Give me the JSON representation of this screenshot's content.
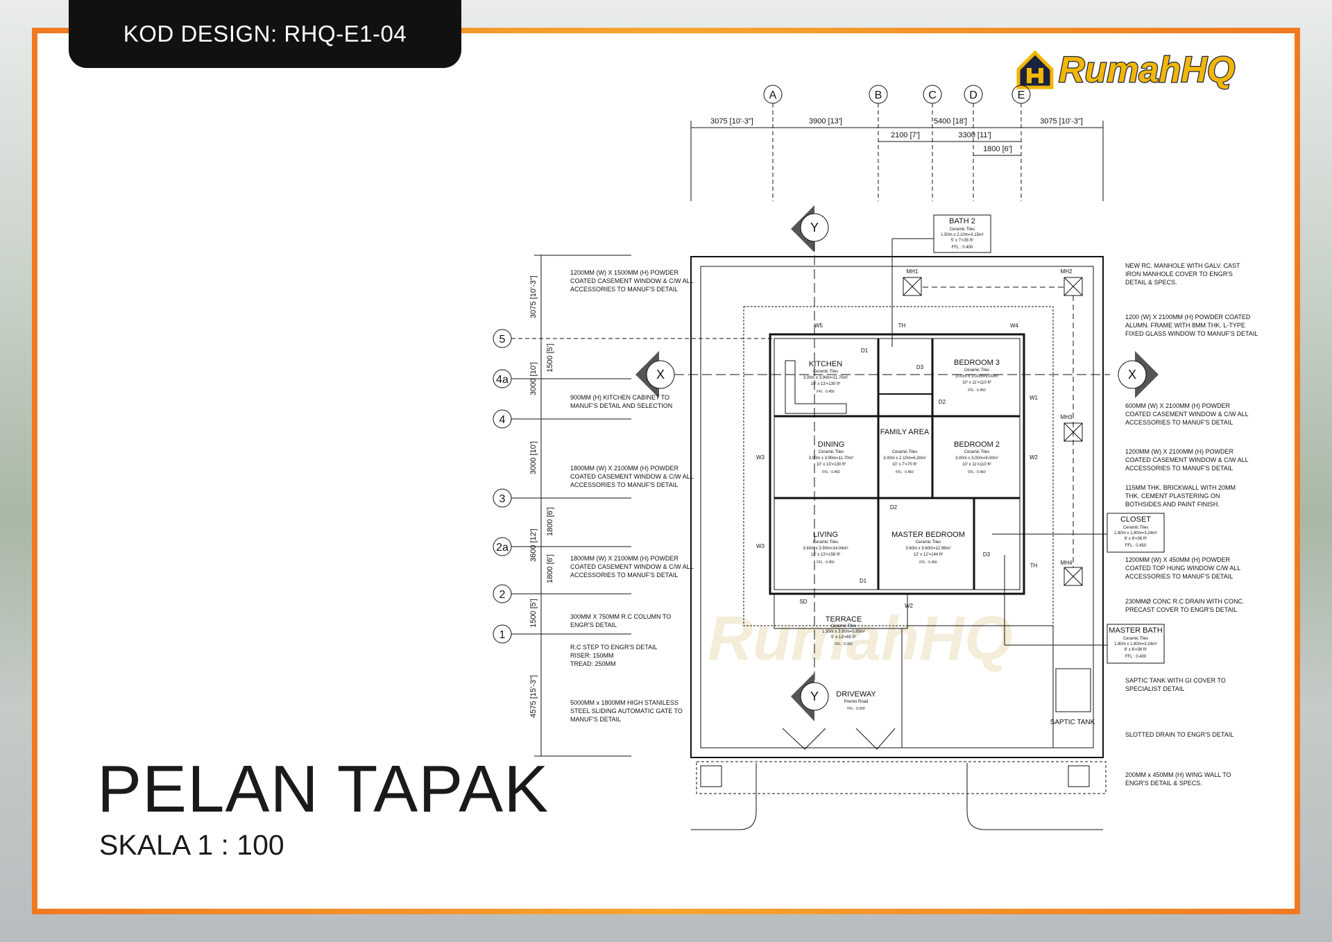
{
  "header": {
    "design_code": "KOD DESIGN: RHQ-E1-04"
  },
  "logo": {
    "text_main": "Rumah",
    "text_accent": "HQ",
    "watermark": "RumahHQ"
  },
  "title": {
    "main": "PELAN TAPAK",
    "scale": "SKALA 1 : 100"
  },
  "colors": {
    "frame": "#f07a22",
    "logo": "#f2b705",
    "tab": "#111111"
  },
  "grid_cols": [
    "A",
    "B",
    "C",
    "D",
    "E"
  ],
  "grid_rows": [
    "5",
    "4a",
    "4",
    "3",
    "2a",
    "2",
    "1"
  ],
  "section_markers": {
    "x": "X",
    "y": "Y"
  },
  "dimensions_top": {
    "d1": "3075 [10'-3\"]",
    "d2": "3900 [13']",
    "d3": "5400 [18']",
    "d4": "3075 [10'-3\"]",
    "d5": "2100 [7']",
    "d6": "3300 [11']",
    "d7": "1800 [6']"
  },
  "dimensions_left": {
    "r1": "3075 [10'-3\"]",
    "r2": "1500 [5']",
    "r3": "3000 [10']",
    "r4": "3000 [10']",
    "r5": "1800 [6']",
    "r6": "3600 [12']",
    "r7": "1800 [6']",
    "r8": "1500 [5']",
    "r9": "4575 [15'-3\"]"
  },
  "rooms": {
    "kitchen": {
      "name": "KITCHEN",
      "tile": "Ceramic Tiles",
      "size": "3.00m x 3.90m=11.70m²",
      "imp": "10' x 13'=130 ft²",
      "ffl": "FFL : 0.450"
    },
    "bedroom3": {
      "name": "BEDROOM 3",
      "tile": "Ceramic Tiles",
      "size": "3.00m x 3.00m=9.00m²",
      "imp": "10' x 11'=110 ft²",
      "ffl": "FFL : 0.450"
    },
    "dining": {
      "name": "DINING",
      "tile": "Ceramic Tiles",
      "size": "3.00m x 3.90m=11.70m²",
      "imp": "10' x 13'=130 ft²",
      "ffl": "FFL : 0.450"
    },
    "family": {
      "name": "FAMILY AREA",
      "tile": "Ceramic Tiles",
      "size": "3.00m x 2.10m=6.30m²",
      "imp": "10' x 7'=70 ft²",
      "ffl": "FFL : 0.450"
    },
    "bedroom2": {
      "name": "BEDROOM 2",
      "tile": "Ceramic Tiles",
      "size": "3.00m x 3.00m=9.00m²",
      "imp": "10' x 11'=110 ft²",
      "ffl": "FFL : 0.450"
    },
    "living": {
      "name": "LIVING",
      "tile": "Ceramic Tiles",
      "size": "3.60m x 3.90m=14.04m²",
      "imp": "12' x 13'=156 ft²",
      "ffl": "FFL : 0.450"
    },
    "master": {
      "name": "MASTER BEDROOM",
      "tile": "Ceramic Tiles",
      "size": "3.60m x 3.60m=12.96m²",
      "imp": "12' x 12'=144 ft²",
      "ffl": "FFL : 0.450"
    },
    "terrace": {
      "name": "TERRACE",
      "tile": "Ceramic Tiles",
      "size": "1.50m x 3.90m=5.85m²",
      "imp": "5' x 13'=65 ft²",
      "ffl": "FFL : 0.300"
    },
    "driveway": {
      "name": "DRIVEWAY",
      "tile": "Premix Road",
      "ffl": "FFL : 0.000"
    }
  },
  "callouts": {
    "bath2": {
      "name": "BATH 2",
      "tile": "Ceramic Tiles",
      "size": "1.50m x 2.10m=3.15m²",
      "imp": "5' x 7'=35 ft²",
      "ffl": "FFL : 0.400"
    },
    "closet": {
      "name": "CLOSET",
      "tile": "Ceramic Tiles",
      "size": "1.80m x 1.80m=3.24m²",
      "imp": "6' x 6'=36 ft²",
      "ffl": "FFL : 0.450"
    },
    "masterbath": {
      "name": "MASTER BATH",
      "tile": "Ceramic Tiles",
      "size": "1.80m x 1.80m=3.24m²",
      "imp": "6' x 6'=36 ft²",
      "ffl": "FFL : 0.400"
    }
  },
  "tags": [
    "MH1",
    "MH2",
    "MH3",
    "MH4",
    "W5",
    "TH",
    "W4",
    "D1",
    "D3",
    "D2",
    "W1",
    "W3",
    "W2",
    "D1",
    "D2",
    "D3",
    "TH",
    "SD",
    "W2",
    "W3"
  ],
  "septic": "SAPTIC TANK",
  "notes_left": [
    [
      "1200MM (W) X 1500MM (H) POWDER",
      "COATED CASEMENT WINDOW & C/W ALL",
      "ACCESSORIES TO MANUF'S DETAIL"
    ],
    [
      "900MM (H) KITCHEN CABINET TO",
      "MANUF'S DETAIL AND SELECTION"
    ],
    [
      "1800MM (W) X 2100MM (H) POWDER",
      "COATED CASEMENT WINDOW & C/W ALL",
      "ACCESSORIES TO MANUF'S DETAIL"
    ],
    [
      "1800MM (W) X 2100MM (H) POWDER",
      "COATED CASEMENT WINDOW & C/W ALL",
      "ACCESSORIES TO MANUF'S DETAIL"
    ],
    [
      "300MM X 750MM R.C COLUMN TO",
      "ENGR'S DETAIL"
    ],
    [
      "R.C STEP TO ENGR'S DETAIL",
      "RISER: 150MM",
      "TREAD: 250MM"
    ],
    [
      "5000MM x 1800MM HIGH STANILESS",
      "STEEL SLIDING AUTOMATIC GATE TO",
      "MANUF'S DETAIL"
    ]
  ],
  "notes_right": [
    [
      "NEW RC. MANHOLE WITH GALV. CAST",
      "IRON MANHOLE COVER TO ENGR'S",
      "DETAIL & SPECS."
    ],
    [
      "1200 (W) X 2100MM (H) POWDER COATED",
      "ALUMN. FRAME WITH 8MM THK. L-TYPE",
      "FIXED GLASS  WINDOW TO MANUF'S DETAIL"
    ],
    [
      "600MM (W) X 2100MM (H) POWDER",
      "COATED CASEMENT WINDOW & C/W ALL",
      "ACCESSORIES TO MANUF'S DETAIL"
    ],
    [
      "1200MM (W) X 2100MM (H) POWDER",
      "COATED CASEMENT WINDOW & C/W ALL",
      "ACCESSORIES TO MANUF'S DETAIL"
    ],
    [
      "115MM THK. BRICKWALL WITH 20MM",
      "THK. CEMENT PLASTERING ON",
      "BOTHSIDES AND PAINT FINISH."
    ],
    [
      "1200MM (W) X 450MM (H) POWDER",
      "COATED TOP HUNG WINDOW C/W ALL",
      "ACCESSORIES TO MANUF'S DETAIL"
    ],
    [
      "230MMØ CONC R.C DRAIN WITH CONC.",
      "PRECAST COVER TO ENGR'S DETAIL"
    ],
    [
      "SAPTIC TANK WITH GI COVER TO",
      "SPECIALIST DETAIL"
    ],
    [
      "SLOTTED DRAIN TO ENGR'S DETAIL"
    ],
    [
      "200MM x 450MM (H) WING WALL TO",
      "ENGR'S DETAIL & SPECS."
    ]
  ]
}
